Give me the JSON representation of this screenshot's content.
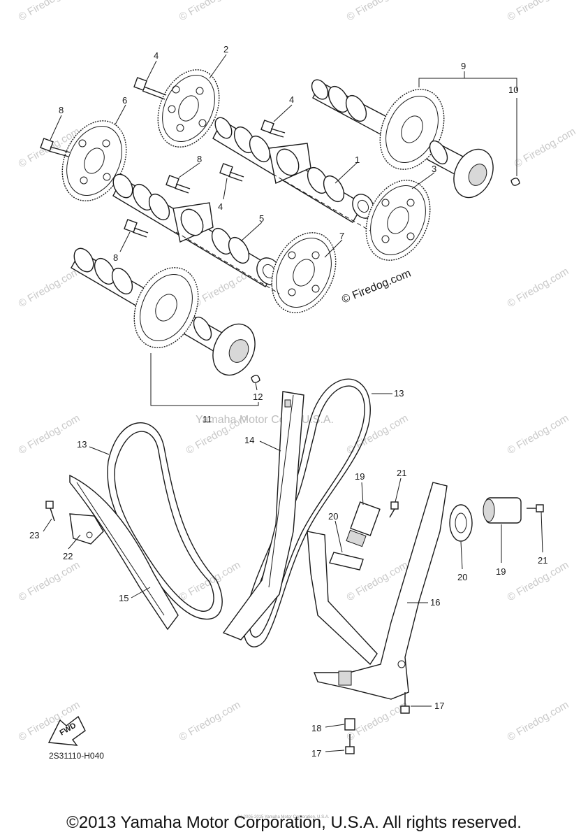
{
  "diagram": {
    "callouts": [
      "1",
      "2",
      "3",
      "4",
      "4",
      "4",
      "5",
      "6",
      "7",
      "8",
      "8",
      "8",
      "9",
      "10",
      "11",
      "12",
      "13",
      "13",
      "14",
      "15",
      "16",
      "17",
      "17",
      "18",
      "19",
      "19",
      "20",
      "20",
      "21",
      "21",
      "22",
      "23"
    ],
    "brand_text": "© Firedog.com",
    "model_watermark": "Yamaha Motor Corp, U.S.A.",
    "diagram_code": "2S31110-H040",
    "fwd_label": "FWD",
    "fine_print": "(c) 2005-2015 Yamaha Motor Corporation, U.S.A."
  },
  "watermarks": [
    "© Firedog.com"
  ],
  "footer": {
    "copyright": "©2013 Yamaha Motor Corporation, U.S.A. All rights reserved."
  }
}
